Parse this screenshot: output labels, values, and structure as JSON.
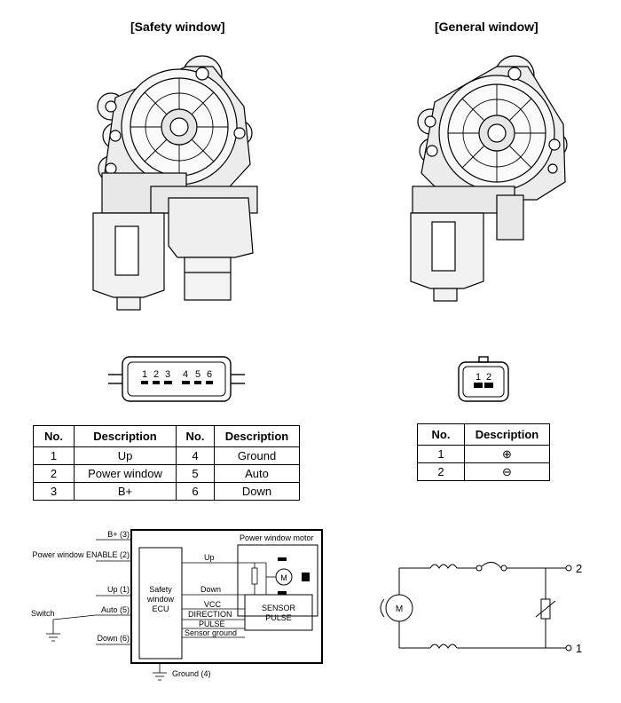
{
  "safety": {
    "title": "[Safety window]",
    "connector_pins": [
      "1",
      "2",
      "3",
      "4",
      "5",
      "6"
    ],
    "table": {
      "headers": [
        "No.",
        "Description",
        "No.",
        "Description"
      ],
      "rows": [
        [
          "1",
          "Up",
          "4",
          "Ground"
        ],
        [
          "2",
          "Power window",
          "5",
          "Auto"
        ],
        [
          "3",
          "B+",
          "6",
          "Down"
        ]
      ]
    },
    "circuit": {
      "box_title": "Power window motor",
      "ecu_lines": [
        "Safety",
        "window",
        "ECU"
      ],
      "inputs": {
        "bplus": "B+ (3)",
        "enable": "Power window ENABLE (2)",
        "up": "Up (1)",
        "switch": "Switch",
        "auto": "Auto (5)",
        "down": "Down (6)",
        "ground": "Ground (4)"
      },
      "signals": {
        "up": "Up",
        "down": "Down",
        "vcc": "VCC",
        "direction": "DIRECTION",
        "pulse": "PULSE",
        "sensor_ground": "Sensor ground"
      },
      "motor_symbol": "M",
      "sensor_lines": [
        "SENSOR",
        "PULSE"
      ]
    }
  },
  "general": {
    "title": "[General window]",
    "connector_pins": [
      "1",
      "2"
    ],
    "table": {
      "headers": [
        "No.",
        "Description"
      ],
      "rows": [
        [
          "1",
          "⊕"
        ],
        [
          "2",
          "⊖"
        ]
      ]
    },
    "circuit": {
      "motor_symbol": "M",
      "terminal_2": "2",
      "terminal_1": "1"
    }
  }
}
